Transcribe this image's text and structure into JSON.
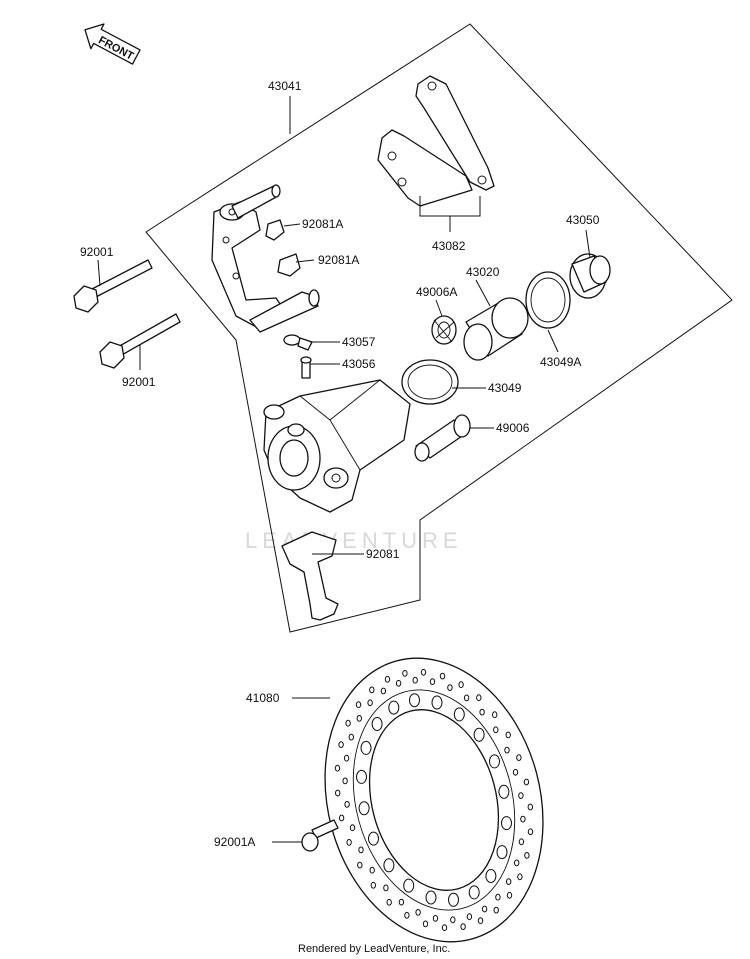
{
  "front_arrow": {
    "label": "FRONT"
  },
  "watermark": {
    "text": "LEADVENTURE"
  },
  "footer": {
    "text": "Rendered by LeadVenture, Inc."
  },
  "callouts": {
    "p43041": "43041",
    "p43082": "43082",
    "p43050": "43050",
    "p92001_top": "92001",
    "p92081A_1": "92081A",
    "p92081A_2": "92081A",
    "p43020": "43020",
    "p49006A": "49006A",
    "p43057": "43057",
    "p43056": "43056",
    "p43049A": "43049A",
    "p92001_bot": "92001",
    "p43049": "43049",
    "p49006": "49006",
    "p92081": "92081",
    "p41080": "41080",
    "p92001A": "92001A"
  }
}
